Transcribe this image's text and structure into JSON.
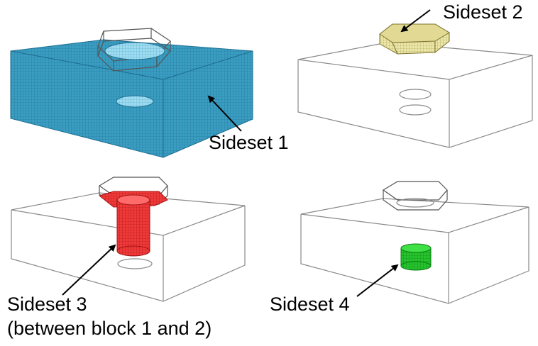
{
  "panels": [
    {
      "id": "top-left",
      "label": "Sideset 1",
      "color": "#3a9ec2"
    },
    {
      "id": "top-right",
      "label": "Sideset 2",
      "color": "#ece6a8"
    },
    {
      "id": "bottom-left",
      "label": "Sideset 3",
      "label_line2": "(between block 1 and 2)",
      "color": "#f03a3a"
    },
    {
      "id": "bottom-right",
      "label": "Sideset 4",
      "color": "#25c42d"
    }
  ]
}
